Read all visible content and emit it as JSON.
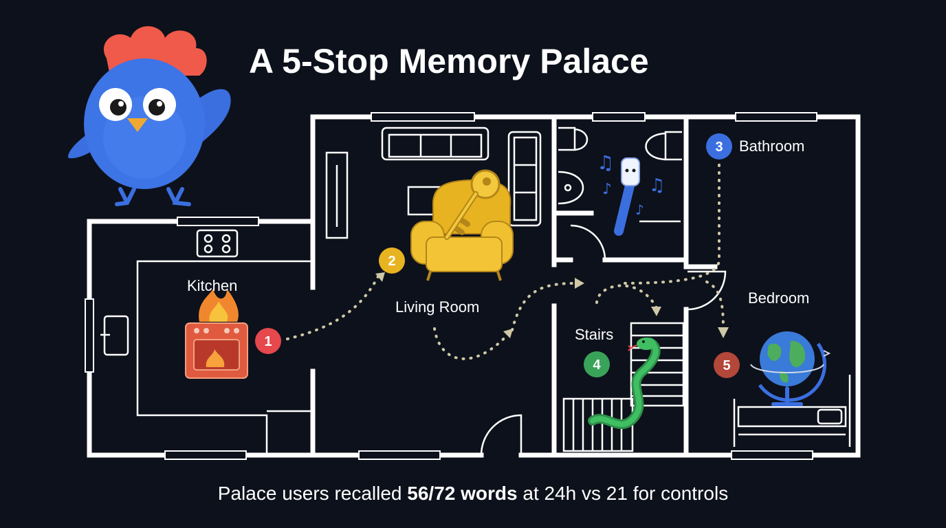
{
  "title": "A 5-Stop Memory Palace",
  "rooms": {
    "kitchen": "Kitchen",
    "living_room": "Living Room",
    "bathroom": "Bathroom",
    "stairs": "Stairs",
    "bedroom": "Bedroom"
  },
  "stops": [
    "1",
    "2",
    "3",
    "4",
    "5"
  ],
  "stop_colors": [
    "#e5484d",
    "#e8b321",
    "#3b6fe0",
    "#3aa35a",
    "#b3473a"
  ],
  "caption": {
    "pre": "Palace users recalled ",
    "bold": "56/72 words",
    "post": " at 24h vs 21 for controls"
  },
  "icons": [
    "bird-mascot-icon",
    "burning-stove-icon",
    "armchair-key-icon",
    "singing-toothbrush-icon",
    "snake-icon",
    "spinning-globe-icon"
  ]
}
